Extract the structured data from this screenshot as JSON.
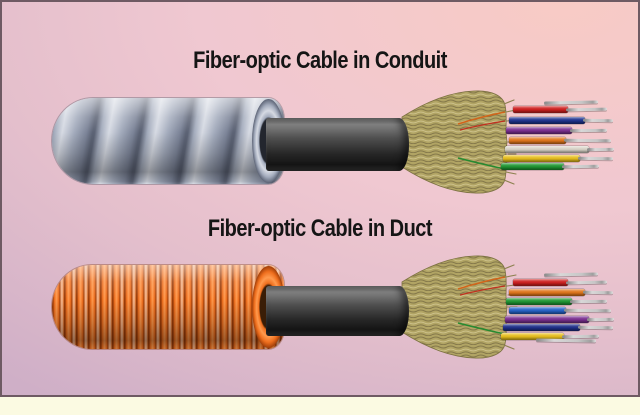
{
  "background": {
    "gradient_top_right": "#f8cbc5",
    "gradient_mid": "#f0c8d1",
    "gradient_bottom_left": "#cfafc7",
    "footer_strip": "#fbfae2",
    "border": "#6e5a63"
  },
  "cables": [
    {
      "title": "Fiber-optic Cable in Conduit",
      "sheath": "spiral-metal-conduit",
      "sheath_base": "#a3abbc",
      "sheath_highlight": "#d6dae3",
      "sheath_shadow": "#5c6375",
      "jacket": "#2e2e2e",
      "yarn": "#b1a464",
      "tube_colors": [
        "#d01f1f",
        "#1e3390",
        "#7b2f91",
        "#e2761b",
        "#d9d4c8",
        "#e8bf1c",
        "#1f9733"
      ],
      "bare_fiber": "#c6c6c6"
    },
    {
      "title": "Fiber-optic Cable in Duct",
      "sheath": "corrugated-orange-duct",
      "sheath_base": "#ef6f1e",
      "sheath_highlight": "#ff9a4e",
      "sheath_shadow": "#a03e08",
      "jacket": "#2e2e2e",
      "yarn": "#b1a464",
      "tube_colors": [
        "#d01f1f",
        "#e2761b",
        "#1f9733",
        "#2563c9",
        "#7b2f91",
        "#1e2f8a",
        "#e8bf1c"
      ],
      "bare_fiber": "#c6c6c6"
    }
  ]
}
